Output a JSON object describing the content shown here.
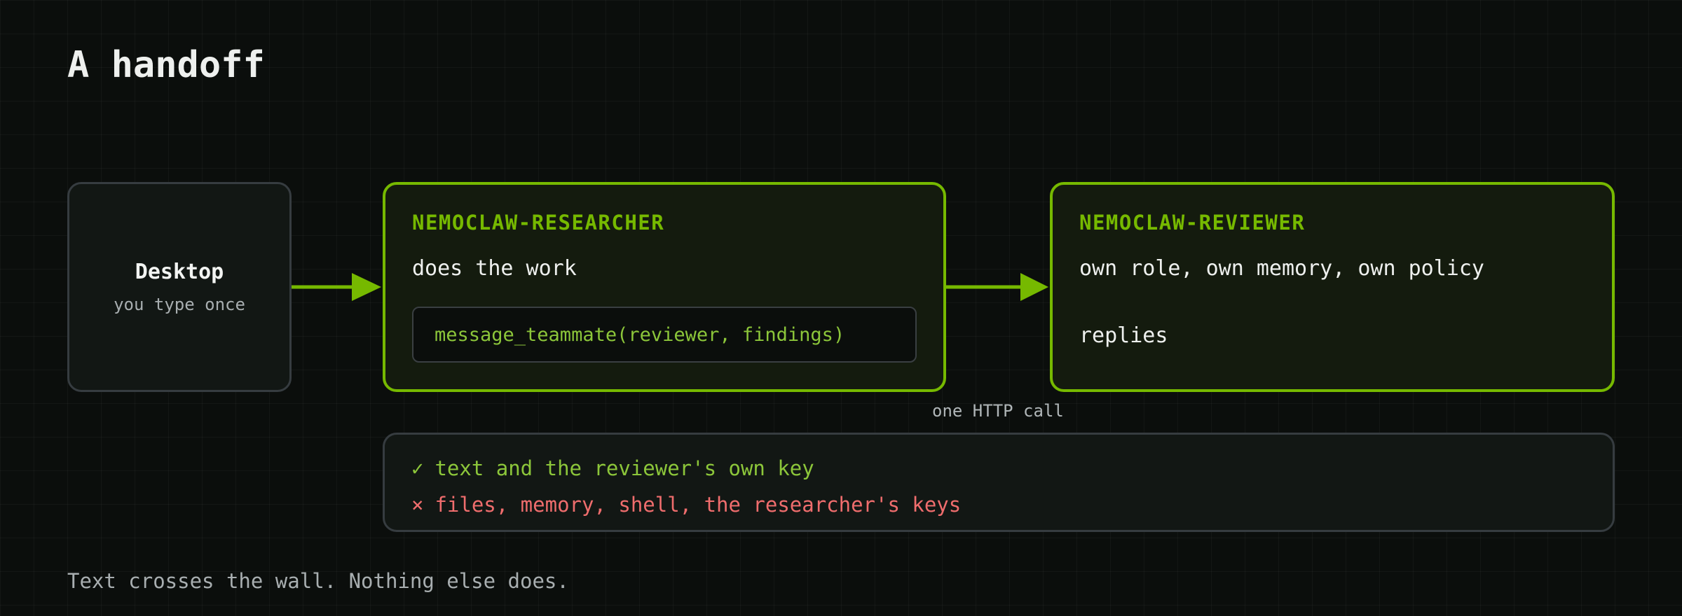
{
  "title": "A handoff",
  "desktop": {
    "name": "Desktop",
    "subtitle": "you type once"
  },
  "researcher": {
    "title": "NEMOCLAW-RESEARCHER",
    "description": "does the work",
    "code": "message_teammate(reviewer, findings)"
  },
  "reviewer": {
    "title": "NEMOCLAW-REVIEWER",
    "description": "own role, own memory, own policy",
    "reply": "replies"
  },
  "connector_label": "one HTTP call",
  "crossing_rules": {
    "allowed": {
      "mark": "✓",
      "text": "text and the reviewer's own key"
    },
    "blocked": {
      "mark": "×",
      "text": "files, memory, shell, the researcher's keys"
    }
  },
  "footer": "Text crosses the wall. Nothing else does.",
  "colors": {
    "accent": "#76b900",
    "allowed": "#8cc63a",
    "blocked": "#ef6d6d",
    "background": "#0b0e0c"
  }
}
